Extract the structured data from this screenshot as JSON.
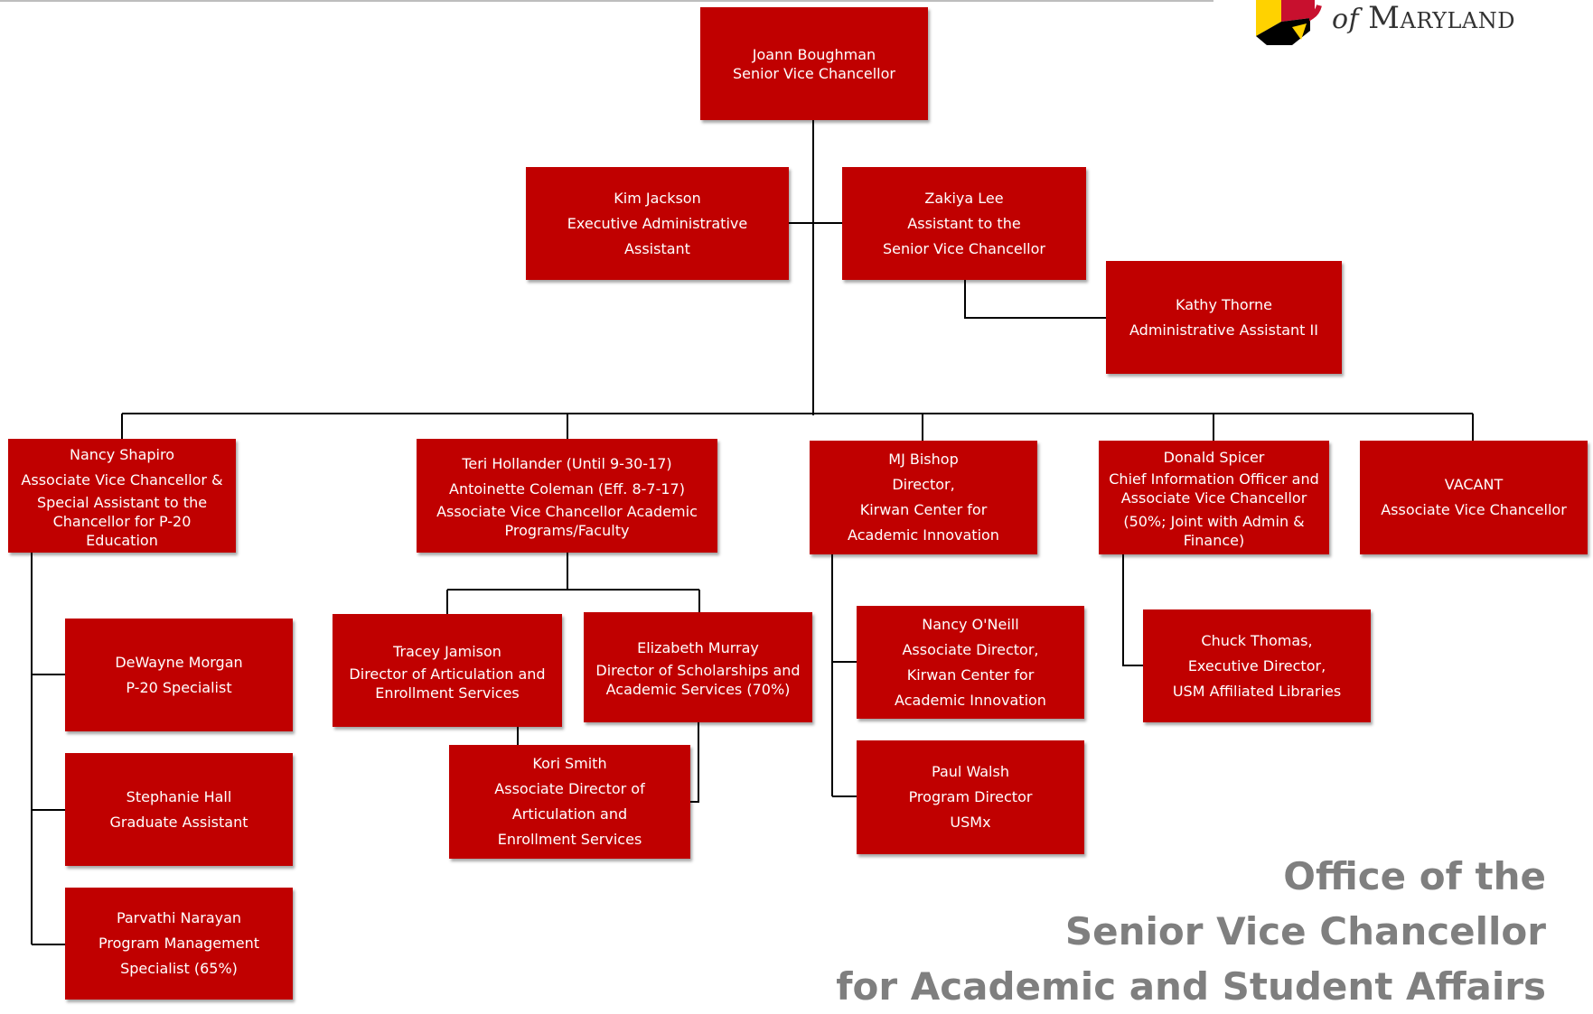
{
  "logo": {
    "text_of": "of",
    "text_name": "Maryland",
    "colors": [
      "#c8102e",
      "#ffd200",
      "#000000"
    ]
  },
  "boxes": {
    "svc": [
      "Joann Boughman",
      "Senior Vice Chancellor"
    ],
    "jackson": [
      "Kim Jackson",
      "Executive Administrative Assistant"
    ],
    "lee": [
      "Zakiya Lee",
      "Assistant to the",
      "Senior Vice Chancellor"
    ],
    "thorne": [
      "Kathy Thorne",
      "Administrative Assistant II"
    ],
    "shapiro": [
      "Nancy Shapiro",
      "Associate Vice Chancellor &",
      "Special Assistant to  the",
      "Chancellor for P-20 Education"
    ],
    "hollander": [
      "Teri Hollander  (Until 9-30-17)",
      "Antoinette Coleman (Eff. 8-7-17)",
      "Associate Vice Chancellor Academic",
      "Programs/Faculty"
    ],
    "bishop": [
      "MJ Bishop",
      "Director,",
      "Kirwan Center for",
      "Academic Innovation"
    ],
    "spicer": [
      "Donald Spicer",
      "Chief Information Officer and",
      "Associate Vice Chancellor",
      "(50%; Joint with Admin &",
      "Finance)"
    ],
    "vacant": [
      "VACANT",
      "Associate Vice Chancellor"
    ],
    "morgan": [
      "DeWayne Morgan",
      "P-20 Specialist"
    ],
    "hall": [
      "Stephanie Hall",
      "Graduate Assistant"
    ],
    "narayan": [
      "Parvathi Narayan",
      "Program Management",
      "Specialist (65%)"
    ],
    "jamison": [
      "Tracey Jamison",
      "Director of Articulation and",
      "Enrollment Services"
    ],
    "murray": [
      "Elizabeth Murray",
      "Director of Scholarships and",
      "Academic Services (70%)"
    ],
    "smith": [
      "Kori Smith",
      "Associate Director of",
      "Articulation and",
      "Enrollment Services"
    ],
    "oneill": [
      "Nancy O'Neill",
      "Associate Director,",
      "Kirwan Center for",
      "Academic Innovation"
    ],
    "walsh": [
      "Paul Walsh",
      "Program Director",
      "USMx"
    ],
    "thomas": [
      "Chuck Thomas,",
      "Executive Director,",
      "USM Affiliated Libraries"
    ]
  },
  "office_title": [
    "Office of the",
    "Senior Vice Chancellor",
    "for Academic and Student Affairs"
  ],
  "colors": {
    "box_fill": "#c00000",
    "title_gray": "#7f7f7f"
  }
}
